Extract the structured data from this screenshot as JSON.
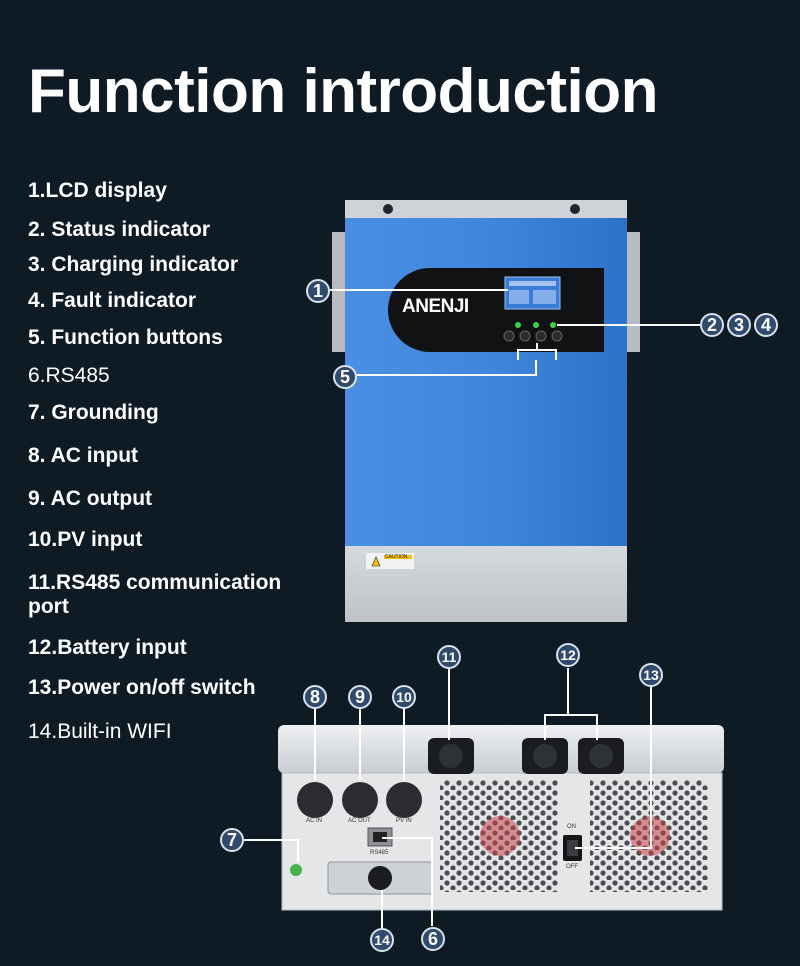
{
  "page": {
    "title": "Function introduction"
  },
  "features": [
    "1.LCD display",
    "2. Status indicator",
    "3. Charging indicator",
    "4. Fault indicator",
    "5. Function buttons",
    "6.RS485",
    "7. Grounding",
    "8. AC input",
    "9. AC output",
    "10.PV input",
    "11.RS485 communication port",
    "12.Battery input",
    "13.Power on/off switch",
    "14.Built-in WIFI"
  ],
  "device_front": {
    "brand": "ANENJI",
    "caution_label": "CAUTION"
  },
  "device_bottom": {
    "port_labels": [
      "AC IN",
      "AC OUT",
      "PV IN"
    ],
    "rs485_label": "RS485",
    "switch_on": "ON",
    "switch_off": "OFF"
  },
  "badges": [
    "1",
    "2",
    "3",
    "4",
    "5",
    "6",
    "7",
    "8",
    "9",
    "10",
    "11",
    "12",
    "13",
    "14"
  ],
  "colors": {
    "background": "#0e1a24",
    "panel_blue": "#3f86dd",
    "badge": "#2f4a6a",
    "led_green": "#3cd24a"
  }
}
